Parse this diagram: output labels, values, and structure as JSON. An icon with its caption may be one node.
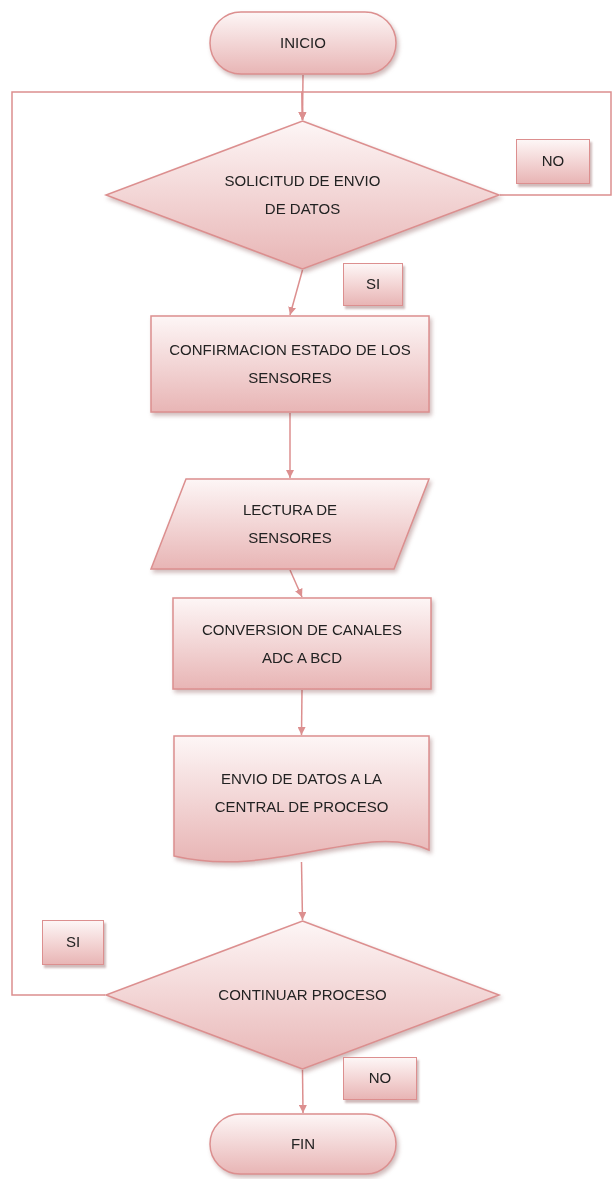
{
  "diagram": {
    "nodes": [
      {
        "text": [
          "INICIO"
        ]
      },
      {
        "text": [
          "SOLICITUD DE ENVIO DE DATOS"
        ]
      },
      {
        "text": [
          "CONFIRMACION ESTADO DE LOS SENSORES"
        ]
      },
      {
        "text": [
          "LECTURA DE SENSORES"
        ]
      },
      {
        "text": [
          "CONVERSION DE CANALES ADC A BCD"
        ]
      },
      {
        "text": [
          "ENVIO DE DATOS A LA CENTRAL DE PROCESO"
        ]
      },
      {
        "text": [
          "CONTINUAR PROCESO"
        ]
      },
      {
        "text": [
          "FIN"
        ]
      }
    ],
    "edges": [
      {
        "from": 0,
        "to": 1,
        "arrow": "to"
      },
      {
        "from": 1,
        "to": 2,
        "arrow": "to",
        "label": "SI"
      },
      {
        "from": 1,
        "to": 1,
        "arrow": "to",
        "label": "NO"
      },
      {
        "from": 2,
        "to": 3,
        "arrow": "to"
      },
      {
        "from": 3,
        "to": 4,
        "arrow": "to"
      },
      {
        "from": 4,
        "to": 5,
        "arrow": "to"
      },
      {
        "from": 5,
        "to": 6,
        "arrow": "to"
      },
      {
        "from": 6,
        "to": 1,
        "arrow": "to",
        "label": "SI"
      },
      {
        "from": 6,
        "to": 7,
        "arrow": "to",
        "label": "NO"
      }
    ]
  }
}
